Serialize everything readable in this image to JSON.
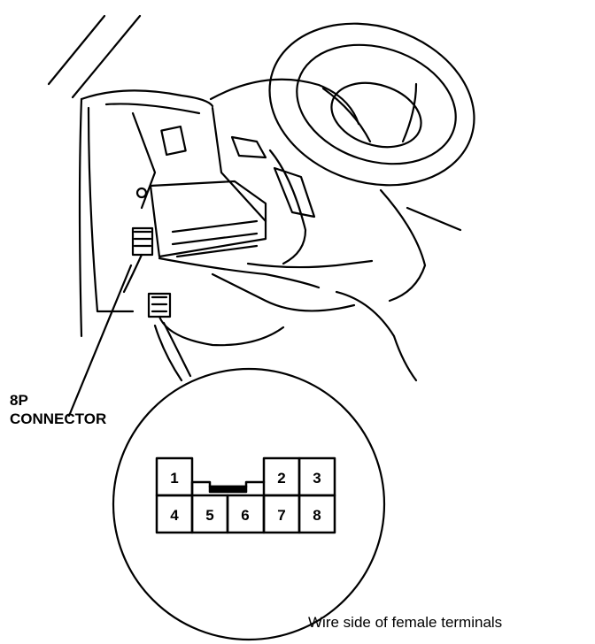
{
  "diagram": {
    "connector_label_line1": "8P",
    "connector_label_line2": "CONNECTOR",
    "caption": "Wire side of female terminals",
    "pins": {
      "top": [
        "1",
        "2",
        "3"
      ],
      "bottom": [
        "4",
        "5",
        "6",
        "7",
        "8"
      ]
    }
  }
}
